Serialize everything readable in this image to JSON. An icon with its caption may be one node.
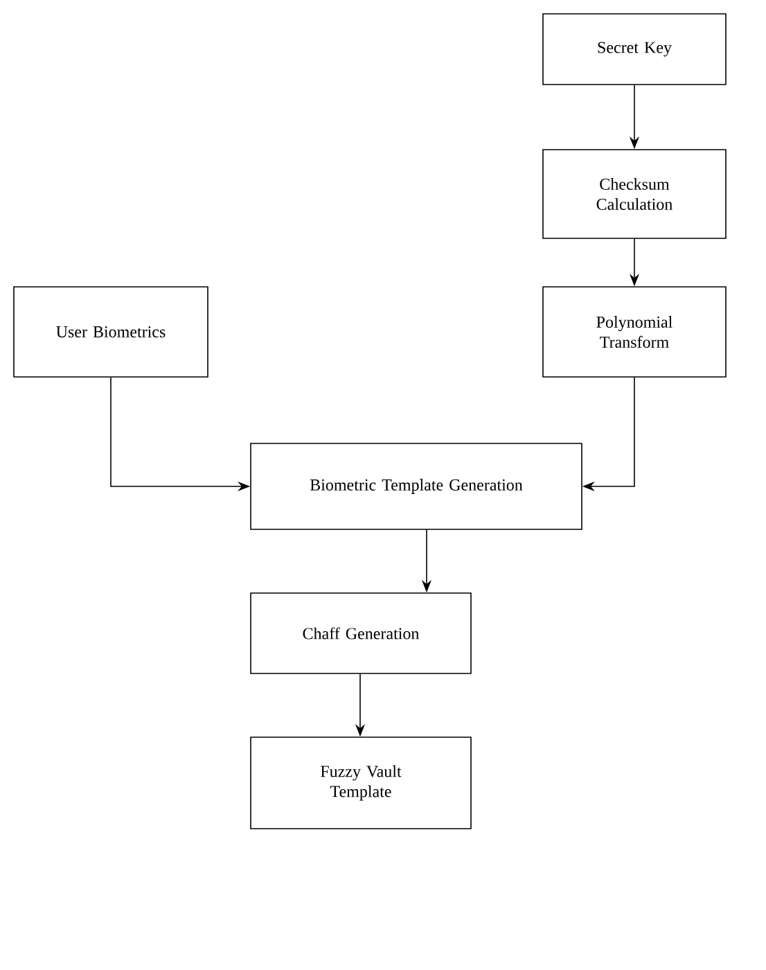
{
  "diagram": {
    "nodes": [
      {
        "text": [
          "Secret Key"
        ]
      },
      {
        "text": [
          "Checksum Calculation"
        ]
      },
      {
        "text": [
          "Polynomial Transform"
        ]
      },
      {
        "text": [
          "User Biometrics"
        ]
      },
      {
        "text": [
          "Biometric Template Generation"
        ]
      },
      {
        "text": [
          "Chaff Generation"
        ]
      },
      {
        "text": [
          "Fuzzy Vault Template"
        ]
      }
    ],
    "edges": [
      {
        "from": 0,
        "to": 1,
        "arrow": "to"
      },
      {
        "from": 1,
        "to": 2,
        "arrow": "to"
      },
      {
        "from": 3,
        "to": 4,
        "arrow": "to"
      },
      {
        "from": 2,
        "to": 4,
        "arrow": "to"
      },
      {
        "from": 4,
        "to": 5,
        "arrow": "to"
      },
      {
        "from": 5,
        "to": 6,
        "arrow": "to"
      }
    ]
  }
}
